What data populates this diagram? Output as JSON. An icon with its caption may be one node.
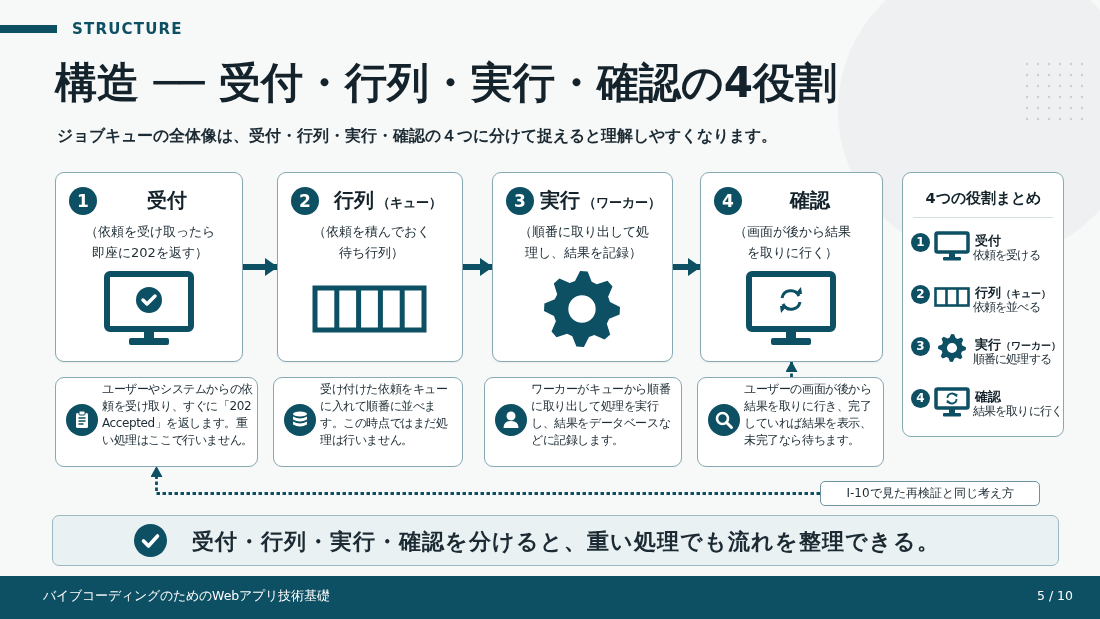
{
  "diagram": {
    "title": "構造 ── 受付・行列・実行・確認の4役割",
    "nodes": [
      {
        "text": [
          "1",
          "受付",
          "（依頼を受け取ったら即座に202を返す）"
        ]
      },
      {
        "text": [
          "2",
          "行列",
          "（キュー）",
          "（依頼を積んでおく待ち行列）"
        ]
      },
      {
        "text": [
          "3",
          "実行",
          "（ワーカー）",
          "（順番に取り出して処理し、結果を記録）"
        ]
      },
      {
        "text": [
          "4",
          "確認",
          "（画面が後から結果を取りに行く）"
        ]
      },
      {
        "text": [
          "ユーザーやシステムからの依頼を受け取り、すぐに「202 Accepted」を返します。重い処理はここで行いません。"
        ]
      },
      {
        "text": [
          "受け付けた依頼をキューに入れて順番に並べます。この時点ではまだ処理は行いません。"
        ]
      },
      {
        "text": [
          "ワーカーがキューから順番に取り出して処理を実行し、結果をデータベースなどに記録します。"
        ]
      },
      {
        "text": [
          "ユーザーの画面が後から結果を取りに行き、完了していれば結果を表示、未完了なら待ちます。"
        ]
      },
      {
        "text": [
          "I-10で見た再検証と同じ考え方"
        ]
      },
      {
        "text": [
          "4つの役割まとめ"
        ]
      },
      {
        "text": [
          "受付・行列・実行・確認を分けると、重い処理でも流れを整理できる。"
        ]
      }
    ],
    "edges": [
      {
        "from": 0,
        "to": 1,
        "arrow": "to"
      },
      {
        "from": 1,
        "to": 2,
        "arrow": "to"
      },
      {
        "from": 2,
        "to": 3,
        "arrow": "to"
      },
      {
        "from": 7,
        "to": 3,
        "arrow": "to",
        "style": "dashed"
      },
      {
        "from": 8,
        "to": 4,
        "arrow": "to",
        "style": "dashed"
      }
    ],
    "labels": [
      "STRUCTURE",
      "ジョブキューの全体像は、受付・行列・実行・確認の４つに分けて捉えると理解しやすくなります。",
      "1",
      "受付",
      "依頼を受ける",
      "2",
      "行列",
      "（キュー）",
      "依頼を並べる",
      "3",
      "実行",
      "（ワーカー）",
      "順番に処理する",
      "4",
      "確認",
      "結果を取りに行く",
      "バイブコーディングのためのWebアプリ技術基礎",
      "5 / 10"
    ]
  }
}
